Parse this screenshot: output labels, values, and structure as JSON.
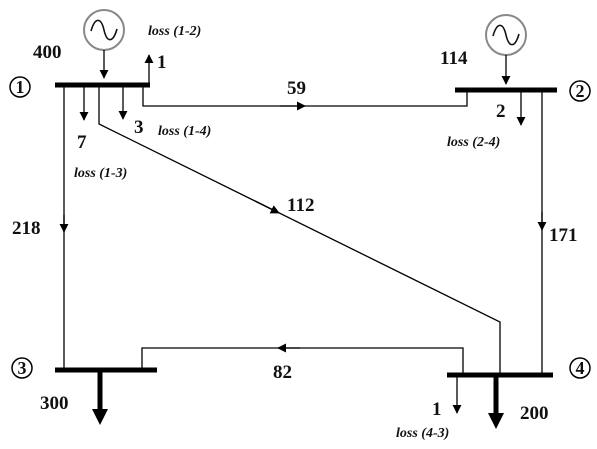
{
  "buses": [
    {
      "id": "bus-1",
      "number": "1"
    },
    {
      "id": "bus-2",
      "number": "2"
    },
    {
      "id": "bus-3",
      "number": "3"
    },
    {
      "id": "bus-4",
      "number": "4"
    }
  ],
  "generation": {
    "bus1": "400",
    "bus2": "114"
  },
  "flows": {
    "line_1_2": "59",
    "line_1_3": "218",
    "line_1_4": "112",
    "line_2_4": "171",
    "line_4_3": "82"
  },
  "losses": {
    "loss_1_2_value": "1",
    "loss_1_2_label": "loss (1-2)",
    "loss_1_3_value": "7",
    "loss_1_3_label": "loss (1-3)",
    "loss_1_4_value": "3",
    "loss_1_4_label": "loss (1-4)",
    "loss_2_4_value": "2",
    "loss_2_4_label": "loss (2-4)",
    "loss_4_3_value": "1",
    "loss_4_3_label": "loss (4-3)"
  },
  "loads": {
    "bus3": "300",
    "bus4": "200"
  }
}
